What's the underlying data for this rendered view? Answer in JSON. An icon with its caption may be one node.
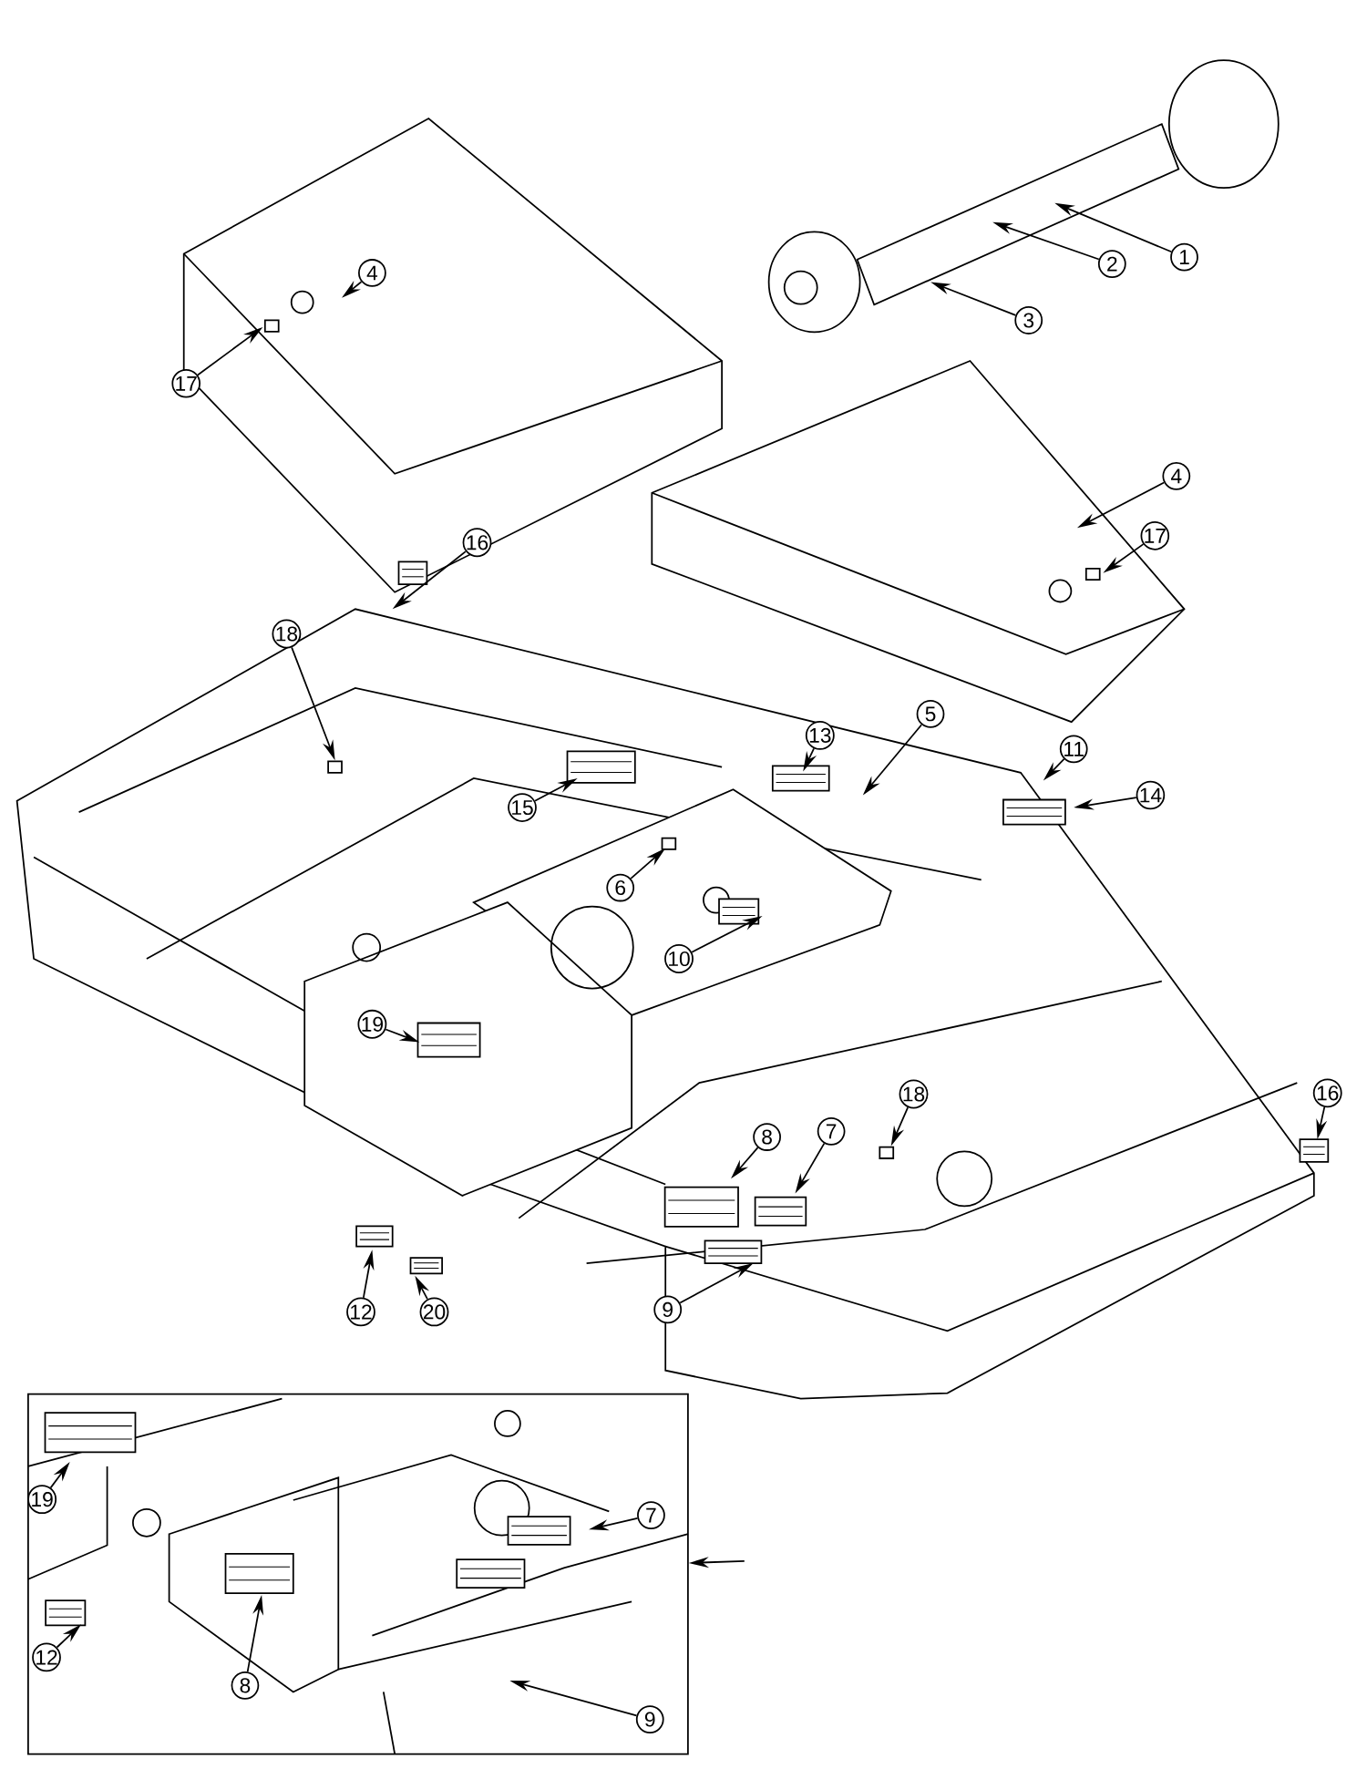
{
  "diagram": {
    "nodes": [
      {
        "text": [
          "1"
        ]
      },
      {
        "text": [
          "2"
        ]
      },
      {
        "text": [
          "3"
        ]
      },
      {
        "text": [
          "4"
        ]
      },
      {
        "text": [
          "17"
        ]
      },
      {
        "text": [
          "4"
        ]
      },
      {
        "text": [
          "17"
        ]
      },
      {
        "text": [
          "16"
        ]
      },
      {
        "text": [
          "18"
        ]
      },
      {
        "text": [
          "13"
        ]
      },
      {
        "text": [
          "5"
        ]
      },
      {
        "text": [
          "11"
        ]
      },
      {
        "text": [
          "15"
        ]
      },
      {
        "text": [
          "14"
        ]
      },
      {
        "text": [
          "6"
        ]
      },
      {
        "text": [
          "10"
        ]
      },
      {
        "text": [
          "19"
        ]
      },
      {
        "text": [
          "18"
        ]
      },
      {
        "text": [
          "16"
        ]
      },
      {
        "text": [
          "8"
        ]
      },
      {
        "text": [
          "7"
        ]
      },
      {
        "text": [
          "12"
        ]
      },
      {
        "text": [
          "20"
        ]
      },
      {
        "text": [
          "9"
        ]
      },
      {
        "text": [],
        "shape": "box"
      },
      {
        "text": [
          "19"
        ],
        "in": 24
      },
      {
        "text": [
          "7"
        ],
        "in": 24
      },
      {
        "text": [
          "12"
        ],
        "in": 24
      },
      {
        "text": [
          "8"
        ],
        "in": 24
      },
      {
        "text": [
          "9"
        ],
        "in": 24
      }
    ],
    "edges": [
      {
        "from": 0,
        "to": null,
        "arrow": "to"
      },
      {
        "from": 1,
        "to": null,
        "arrow": "to"
      },
      {
        "from": 2,
        "to": null,
        "arrow": "to"
      },
      {
        "from": 3,
        "to": null,
        "arrow": "to"
      },
      {
        "from": 4,
        "to": null,
        "arrow": "to"
      },
      {
        "from": 5,
        "to": null,
        "arrow": "to"
      },
      {
        "from": 6,
        "to": null,
        "arrow": "to"
      },
      {
        "from": 7,
        "to": null,
        "arrow": "to"
      },
      {
        "from": 8,
        "to": null,
        "arrow": "to"
      },
      {
        "from": 9,
        "to": null,
        "arrow": "to"
      },
      {
        "from": 10,
        "to": null,
        "arrow": "to"
      },
      {
        "from": 11,
        "to": null,
        "arrow": "to"
      },
      {
        "from": 12,
        "to": null,
        "arrow": "to"
      },
      {
        "from": 13,
        "to": null,
        "arrow": "to"
      },
      {
        "from": 14,
        "to": null,
        "arrow": "to"
      },
      {
        "from": 15,
        "to": null,
        "arrow": "to"
      },
      {
        "from": 16,
        "to": null,
        "arrow": "to"
      },
      {
        "from": 17,
        "to": null,
        "arrow": "to"
      },
      {
        "from": 18,
        "to": null,
        "arrow": "to"
      },
      {
        "from": 19,
        "to": null,
        "arrow": "to"
      },
      {
        "from": 20,
        "to": null,
        "arrow": "to"
      },
      {
        "from": 21,
        "to": null,
        "arrow": "to"
      },
      {
        "from": 22,
        "to": null,
        "arrow": "to"
      },
      {
        "from": 23,
        "to": null,
        "arrow": "to"
      },
      {
        "from": 25,
        "to": null,
        "arrow": "to"
      },
      {
        "from": 26,
        "to": null,
        "arrow": "to"
      },
      {
        "from": 27,
        "to": null,
        "arrow": "to"
      },
      {
        "from": 28,
        "to": null,
        "arrow": "to"
      },
      {
        "from": 29,
        "to": null,
        "arrow": "to"
      },
      {
        "from": null,
        "to": 24,
        "arrow": "to"
      }
    ]
  }
}
